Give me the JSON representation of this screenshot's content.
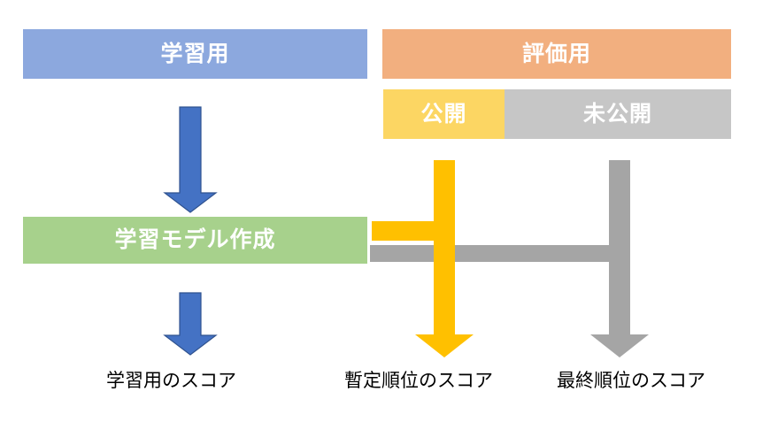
{
  "diagram": {
    "title_present": false,
    "boxes": {
      "training": {
        "label": "学習用",
        "color": "#8CA8DE"
      },
      "evaluation": {
        "label": "評価用",
        "color": "#F2AF7F"
      },
      "public": {
        "label": "公開",
        "color": "#FCD663"
      },
      "private": {
        "label": "未公開",
        "color": "#C6C6C6"
      },
      "model": {
        "label": "学習モデル作成",
        "color": "#A7D18C"
      }
    },
    "captions": {
      "training_score": "学習用のスコア",
      "interim_score": "暫定順位のスコア",
      "final_score": "最終順位のスコア"
    },
    "arrows": {
      "training_to_model": {
        "color": "#4472C4",
        "direction": "down"
      },
      "model_to_training_score": {
        "color": "#4472C4",
        "direction": "down"
      },
      "public_to_interim_score": {
        "color": "#FFC000",
        "direction": "down"
      },
      "private_to_final_score": {
        "color": "#A5A5A5",
        "direction": "down"
      }
    }
  }
}
